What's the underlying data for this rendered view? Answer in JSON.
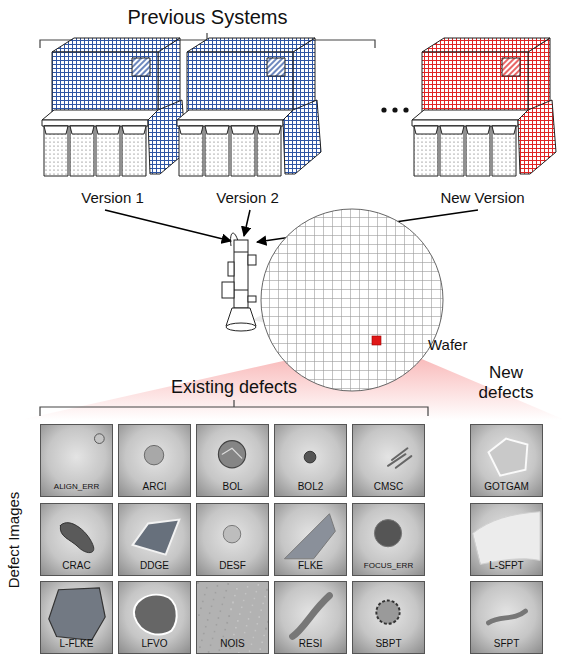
{
  "diagram": {
    "nodes": [
      {
        "text": [
          "Version 1"
        ]
      },
      {
        "text": [
          "Version 2"
        ]
      },
      {
        "text": [
          "New Version"
        ]
      },
      {
        "text": [
          "Wafer"
        ]
      },
      {
        "text": [
          "ALIGN_ERR"
        ]
      },
      {
        "text": [
          "ARCI"
        ]
      },
      {
        "text": [
          "BOL"
        ]
      },
      {
        "text": [
          "BOL2"
        ]
      },
      {
        "text": [
          "CMSC"
        ]
      },
      {
        "text": [
          "CRAC"
        ]
      },
      {
        "text": [
          "DDGE"
        ]
      },
      {
        "text": [
          "DESF"
        ]
      },
      {
        "text": [
          "FLKE"
        ]
      },
      {
        "text": [
          "FOCUS_ERR"
        ]
      },
      {
        "text": [
          "L-FLKE"
        ]
      },
      {
        "text": [
          "LFVO"
        ]
      },
      {
        "text": [
          "NOIS"
        ]
      },
      {
        "text": [
          "RESI"
        ]
      },
      {
        "text": [
          "SBPT"
        ]
      },
      {
        "text": [
          "GOTGAM"
        ]
      },
      {
        "text": [
          "L-SFPT"
        ]
      },
      {
        "text": [
          "SFPT"
        ]
      }
    ],
    "labels": [
      "Previous Systems",
      "Existing defects",
      "New defects",
      "Defect Images"
    ]
  }
}
